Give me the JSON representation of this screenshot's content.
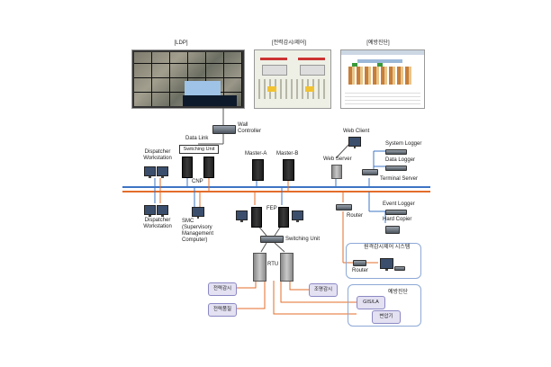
{
  "screens": {
    "ldp_title": "[LDP]",
    "monitor_title": "[전력감시/제어]",
    "diagnosis_title": "[예방진단]"
  },
  "labels": {
    "wall_controller": "Wall\nController",
    "data_link": "Data Link",
    "switching_unit_top": "Switching Unit",
    "cnp": "CNP",
    "dispatcher_ws_top": "Dispatcher\nWorkstation",
    "dispatcher_ws_bottom": "Dispatcher\nWorkstation",
    "master_a": "Master-A",
    "master_b": "Master-B",
    "web_client": "Web Client",
    "web_server": "Web Server",
    "system_logger": "System Logger",
    "data_logger": "Data Logger",
    "terminal_server": "Terminal Server",
    "event_logger": "Event Logger",
    "hard_copier": "Hard Copier",
    "router_mid": "Router",
    "router_bottom": "Router",
    "smc": "SMC\n(Supervisory\nManagement\nComputer)",
    "fep": "FEP",
    "switching_unit_mid": "Switching Unit",
    "rtu": "RTU",
    "remote_system": "원격감시제어 시스템",
    "prev_diag": "예방진단"
  },
  "boxes": {
    "power_monitor": "전력감시",
    "power_quality": "전력품질",
    "light_monitor": "조명감시",
    "gis_la": "GIS/LA",
    "transformer": "변압기"
  },
  "colors": {
    "network_blue": "#3d74c4",
    "network_orange": "#e36d2a",
    "panel_border": "#8ea9d6",
    "box_fill": "#e3e1f2"
  }
}
